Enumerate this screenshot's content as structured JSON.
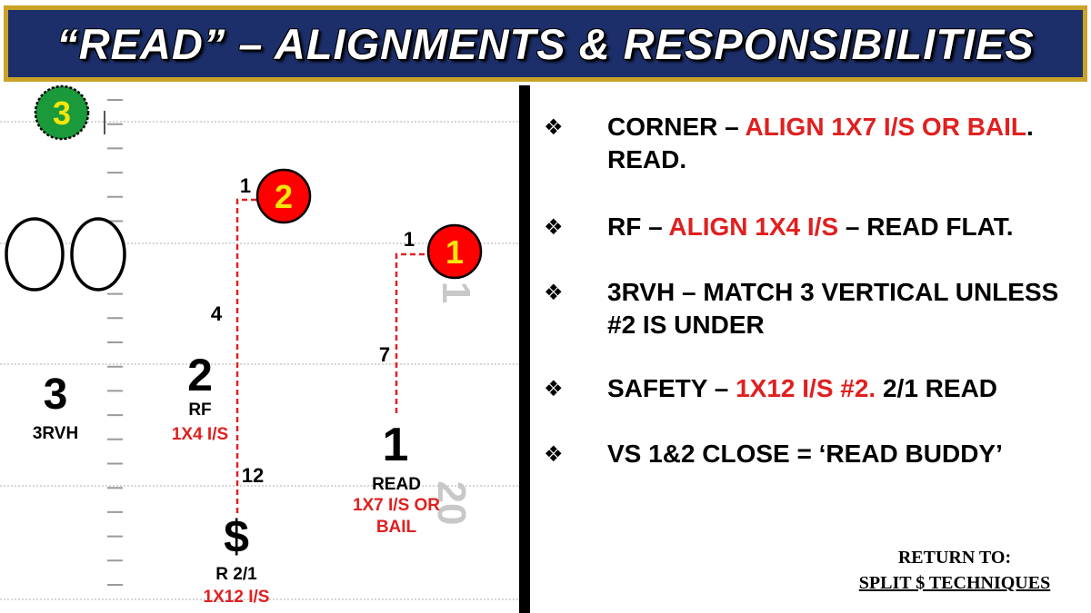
{
  "title": "“READ” – ALIGNMENTS & RESPONSIBILITIES",
  "colors": {
    "banner_bg": "#1c2f6b",
    "banner_border": "#c9a227",
    "accent_red": "#e02020",
    "badge_green": "#1a9a3a",
    "badge_yellow": "#f5e60a"
  },
  "diagram": {
    "scheme_badge": "3",
    "yard_numbers": [
      "1",
      "20"
    ],
    "receivers": {
      "one": "1",
      "two": "2"
    },
    "route_counts": {
      "one_break": "1",
      "one_stem": "7",
      "two_break": "1",
      "two_stem": "4",
      "safety_depth": "12"
    },
    "defenders": {
      "deep": {
        "symbol": "3",
        "label": "3RVH"
      },
      "rf": {
        "symbol": "2",
        "label": "RF",
        "align": "1X4 I/S"
      },
      "corner": {
        "symbol": "1",
        "label": "READ",
        "align_line1": "1X7 I/S OR",
        "align_line2": "BAIL"
      },
      "safety": {
        "symbol": "$",
        "label": "R 2/1",
        "align": "1X12 I/S"
      }
    }
  },
  "bullets": [
    {
      "icon": "diamond-bullet-icon",
      "parts": [
        {
          "text": "CORNER – ",
          "red": false
        },
        {
          "text": "ALIGN 1X7 I/S OR BAIL",
          "red": true
        },
        {
          "text": ". READ.",
          "red": false
        }
      ]
    },
    {
      "icon": "diamond-bullet-icon",
      "parts": [
        {
          "text": "RF – ",
          "red": false
        },
        {
          "text": "ALIGN 1X4 I/S",
          "red": true
        },
        {
          "text": " – READ FLAT.",
          "red": false
        }
      ]
    },
    {
      "icon": "diamond-bullet-icon",
      "parts": [
        {
          "text": "3RVH – MATCH 3 VERTICAL UNLESS #2 IS UNDER",
          "red": false
        }
      ]
    },
    {
      "icon": "diamond-bullet-icon",
      "parts": [
        {
          "text": "SAFETY – ",
          "red": false
        },
        {
          "text": "1X12 I/S #2.",
          "red": true
        },
        {
          "text": " 2/1 READ",
          "red": false
        }
      ]
    },
    {
      "icon": "diamond-bullet-icon",
      "parts": [
        {
          "text": "VS 1&2 CLOSE = ‘READ BUDDY’",
          "red": false
        }
      ]
    }
  ],
  "return": {
    "label": "RETURN TO:",
    "link": "SPLIT $ TECHNIQUES"
  }
}
